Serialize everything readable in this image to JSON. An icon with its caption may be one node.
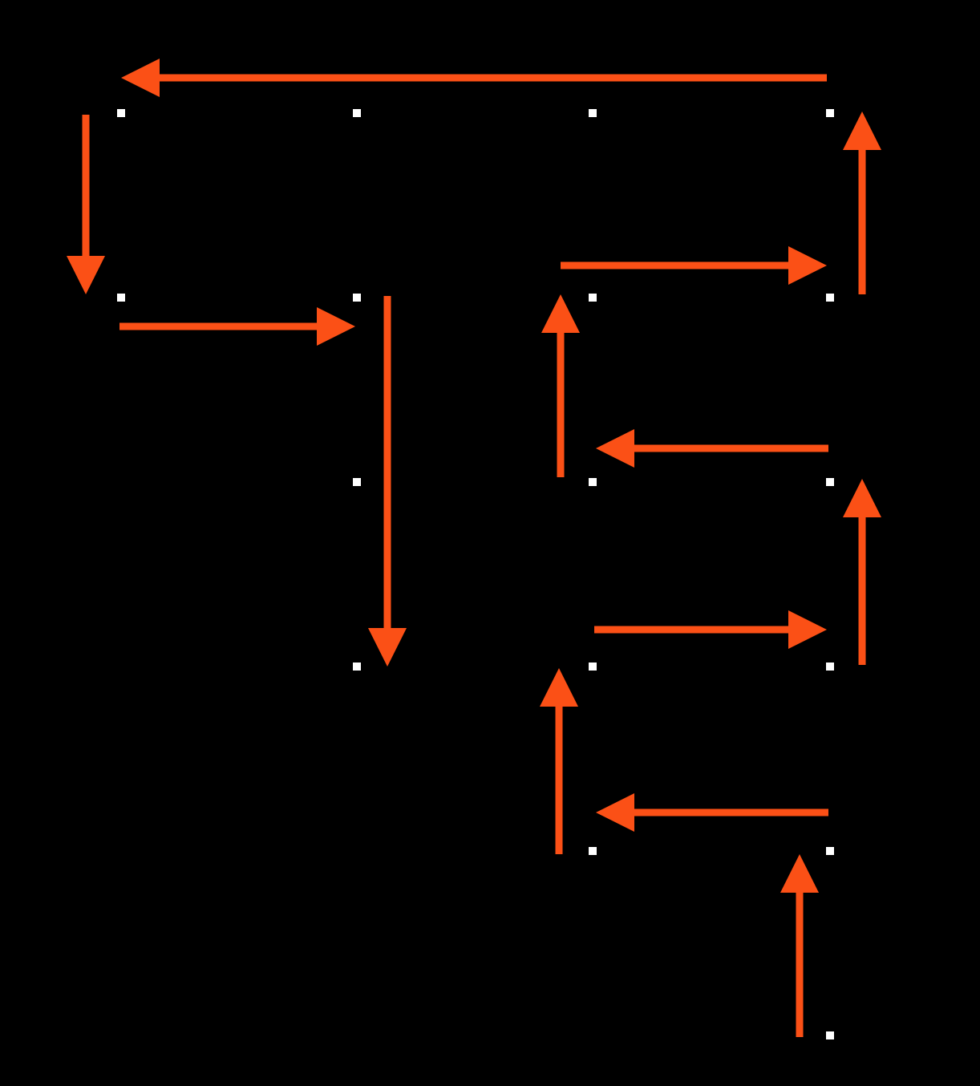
{
  "diagram": {
    "nodes": [
      {
        "text": [],
        "shape": "dot"
      },
      {
        "text": [],
        "shape": "dot"
      },
      {
        "text": [],
        "shape": "dot"
      },
      {
        "text": [],
        "shape": "dot"
      },
      {
        "text": [],
        "shape": "dot"
      },
      {
        "text": [],
        "shape": "dot"
      },
      {
        "text": [],
        "shape": "dot"
      },
      {
        "text": [],
        "shape": "dot"
      },
      {
        "text": [],
        "shape": "dot"
      },
      {
        "text": [],
        "shape": "dot"
      },
      {
        "text": [],
        "shape": "dot"
      },
      {
        "text": [],
        "shape": "dot"
      },
      {
        "text": [],
        "shape": "dot"
      },
      {
        "text": [],
        "shape": "dot"
      },
      {
        "text": [],
        "shape": "dot"
      },
      {
        "text": [],
        "shape": "dot"
      },
      {
        "text": [],
        "shape": "dot"
      }
    ],
    "edges": [
      {
        "from": 16,
        "to": 15,
        "arrow": "to"
      },
      {
        "from": 15,
        "to": 14,
        "arrow": "to"
      },
      {
        "from": 14,
        "to": 12,
        "arrow": "to"
      },
      {
        "from": 12,
        "to": 13,
        "arrow": "to"
      },
      {
        "from": 13,
        "to": 10,
        "arrow": "to"
      },
      {
        "from": 10,
        "to": 9,
        "arrow": "to"
      },
      {
        "from": 9,
        "to": 6,
        "arrow": "to"
      },
      {
        "from": 6,
        "to": 7,
        "arrow": "to"
      },
      {
        "from": 7,
        "to": 3,
        "arrow": "to"
      },
      {
        "from": 3,
        "to": 0,
        "arrow": "to"
      },
      {
        "from": 0,
        "to": 4,
        "arrow": "to"
      },
      {
        "from": 4,
        "to": 5,
        "arrow": "to"
      },
      {
        "from": 5,
        "to": 11,
        "arrow": "to"
      }
    ]
  }
}
